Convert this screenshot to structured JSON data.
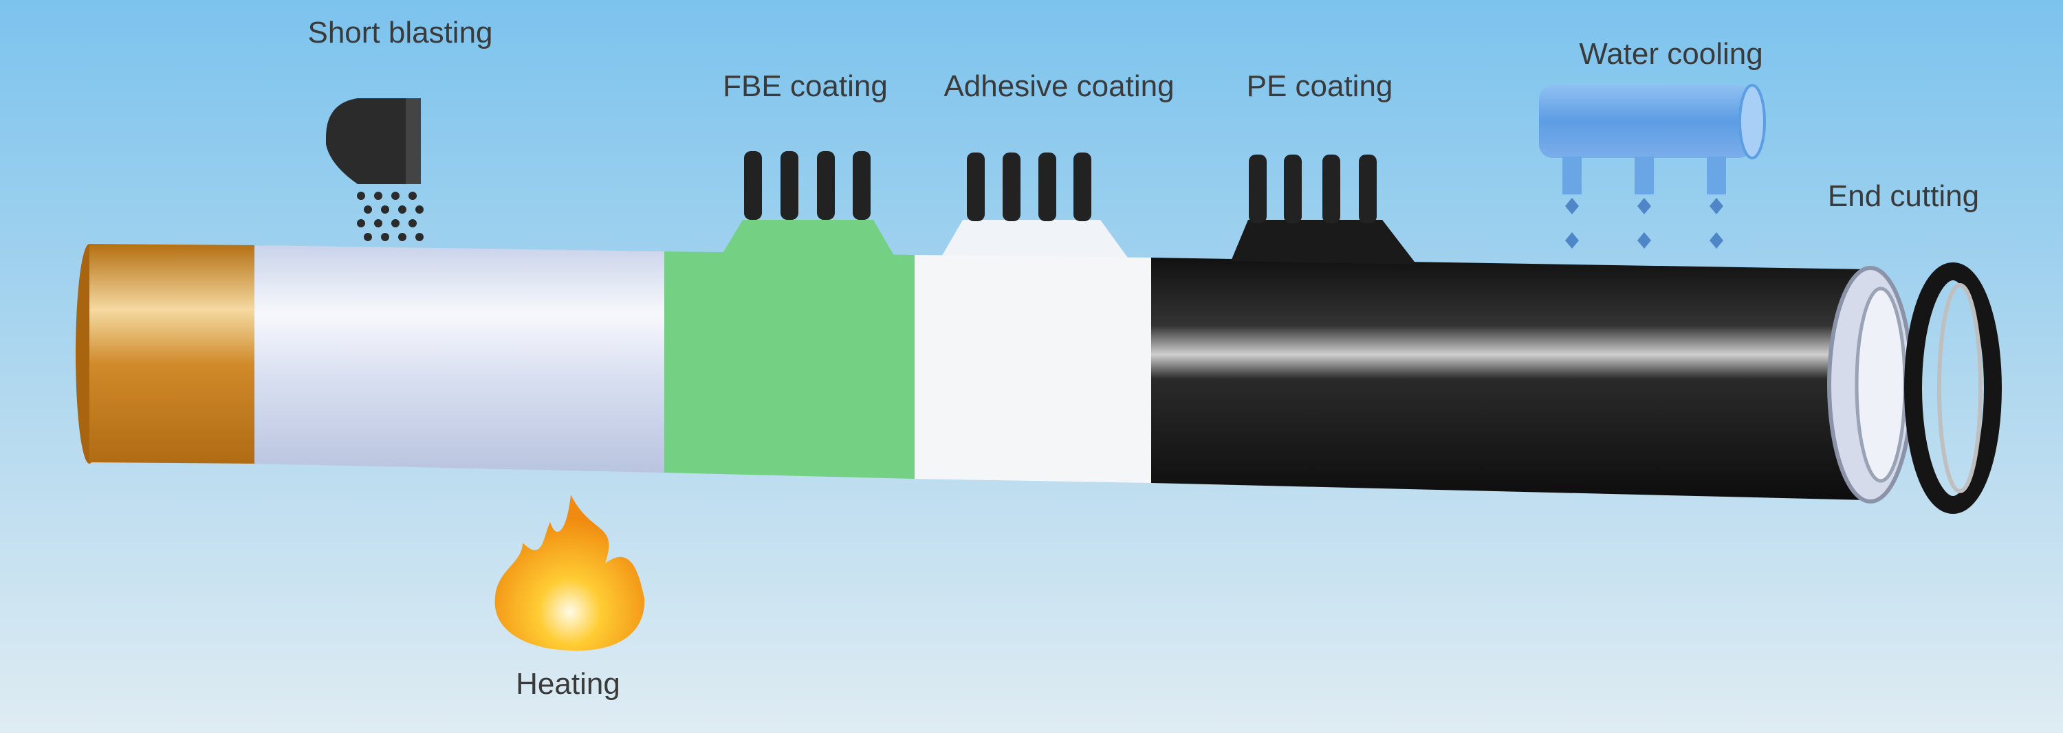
{
  "title": "3PE pipe coating process",
  "stages": {
    "blasting": "Short blasting",
    "heating": "Heating",
    "fbe": "FBE coating",
    "adhesive": "Adhesive coating",
    "pe": "PE coating",
    "cooling": "Water cooling",
    "cutting": "End cutting"
  },
  "colors": {
    "background_top": "#7ec4ee",
    "background_bottom": "#dceaf2",
    "bare_pipe": "#c98a2a",
    "blasted": "#dfe6f3",
    "fbe": "#74d184",
    "adhesive": "#f4f6f8",
    "pe": "#1a1a1a",
    "cooler": "#6aa6e6"
  }
}
